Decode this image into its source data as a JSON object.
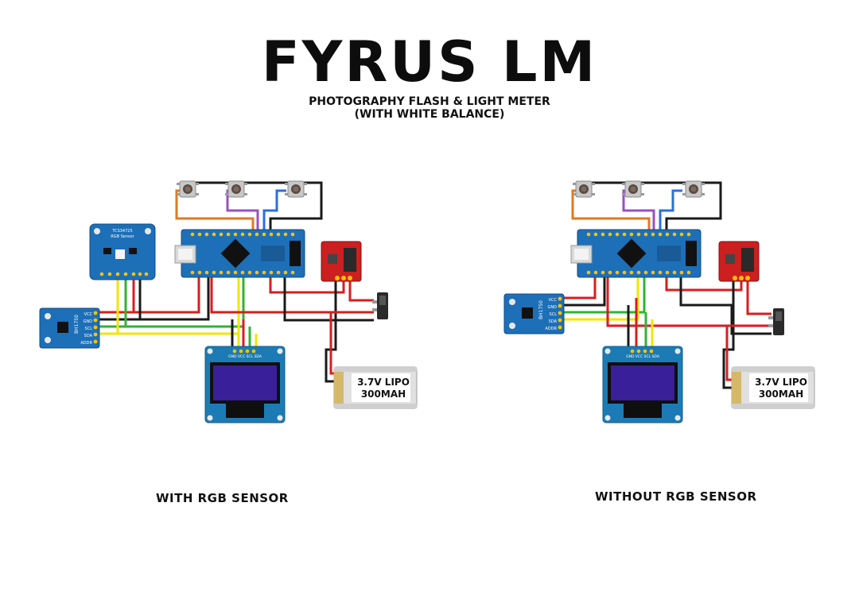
{
  "title": "FYRUS LM",
  "subtitle_line1": "PHOTOGRAPHY FLASH & LIGHT METER",
  "subtitle_line2": "(WITH WHITE BALANCE)",
  "left_caption": "WITH RGB SENSOR",
  "right_caption": "WITHOUT RGB SENSOR",
  "battery_label_line1": "3.7V LIPO",
  "battery_label_line2": "300MAH",
  "bh1750_name": "BH1750",
  "bh1750_pins": [
    "VCC",
    "GND",
    "SCL",
    "SDA",
    "ADDR"
  ],
  "rgb_sensor_name": "TCS34725",
  "rgb_sensor_sub": "RGB Sensor",
  "oled_pins": "GND VCC SCL SDA",
  "colors": {
    "board_blue": "#1d6fb8",
    "wire_red": "#d71e1e",
    "wire_black": "#1a1a1a",
    "wire_yellow": "#f2e600",
    "wire_green": "#2fb52f",
    "wire_orange": "#e07a1f",
    "wire_purple": "#9b4fc2",
    "wire_blue": "#2a6fe0",
    "oled_screen": "#3a1f9a"
  }
}
